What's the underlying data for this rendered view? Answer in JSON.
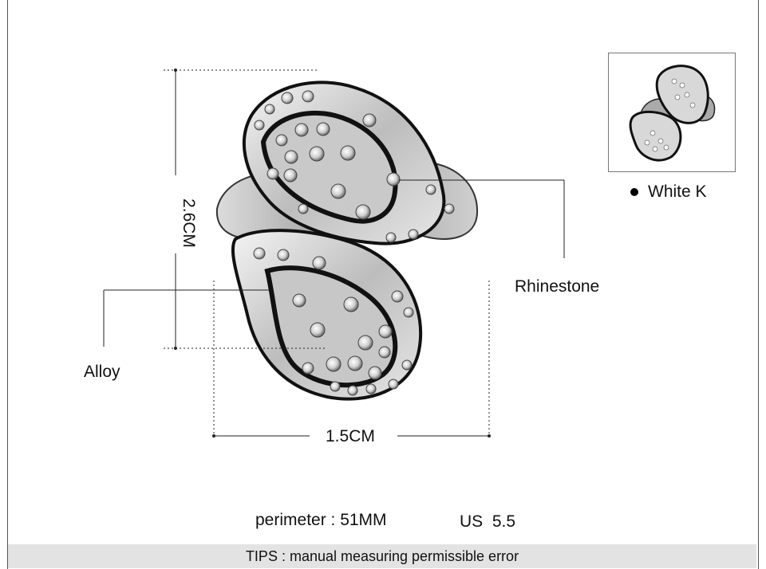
{
  "labels": {
    "height": "2.6CM",
    "width": "1.5CM",
    "rhinestone": "Rhinestone",
    "alloy": "Alloy"
  },
  "variant": {
    "name": "White K",
    "icon": "bullet-icon"
  },
  "size_info": {
    "perimeter": "perimeter : 51MM",
    "us_size": "US  5.5"
  },
  "tips": "TIPS : manual measuring permissible error"
}
